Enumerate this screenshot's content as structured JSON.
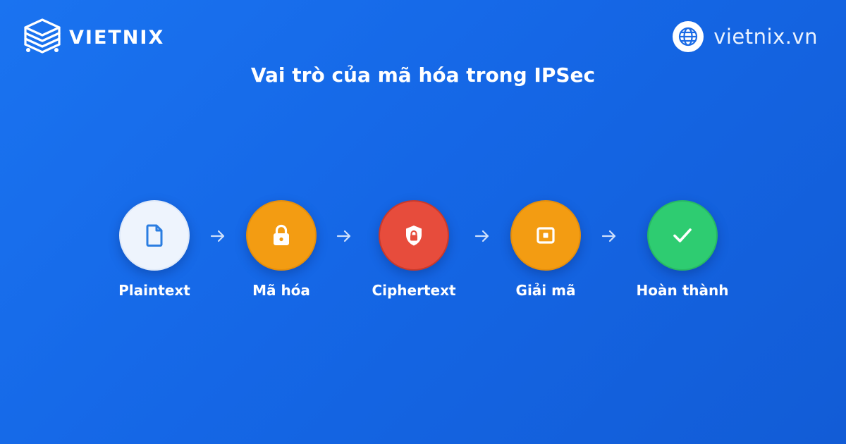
{
  "brand": {
    "name": "VIETNIX",
    "logo_icon": "stacked-layers-icon"
  },
  "site": {
    "url": "vietnix.vn",
    "icon": "globe-icon"
  },
  "title": "Vai trò của mã hóa trong IPSec",
  "flow": {
    "steps": [
      {
        "label": "Plaintext",
        "icon": "document-icon",
        "color": "#eef4fd"
      },
      {
        "label": "Mã hóa",
        "icon": "lock-icon",
        "color": "#f39c12"
      },
      {
        "label": "Ciphertext",
        "icon": "shield-lock-icon",
        "color": "#e74c3c"
      },
      {
        "label": "Giải mã",
        "icon": "unlock-frame-icon",
        "color": "#f39c12"
      },
      {
        "label": "Hoàn thành",
        "icon": "checkmark-icon",
        "color": "#2ecc71"
      }
    ],
    "connector_icon": "arrow-right-icon"
  },
  "colors": {
    "background": "#1567e6",
    "accent_blue": "#2a7de1"
  }
}
